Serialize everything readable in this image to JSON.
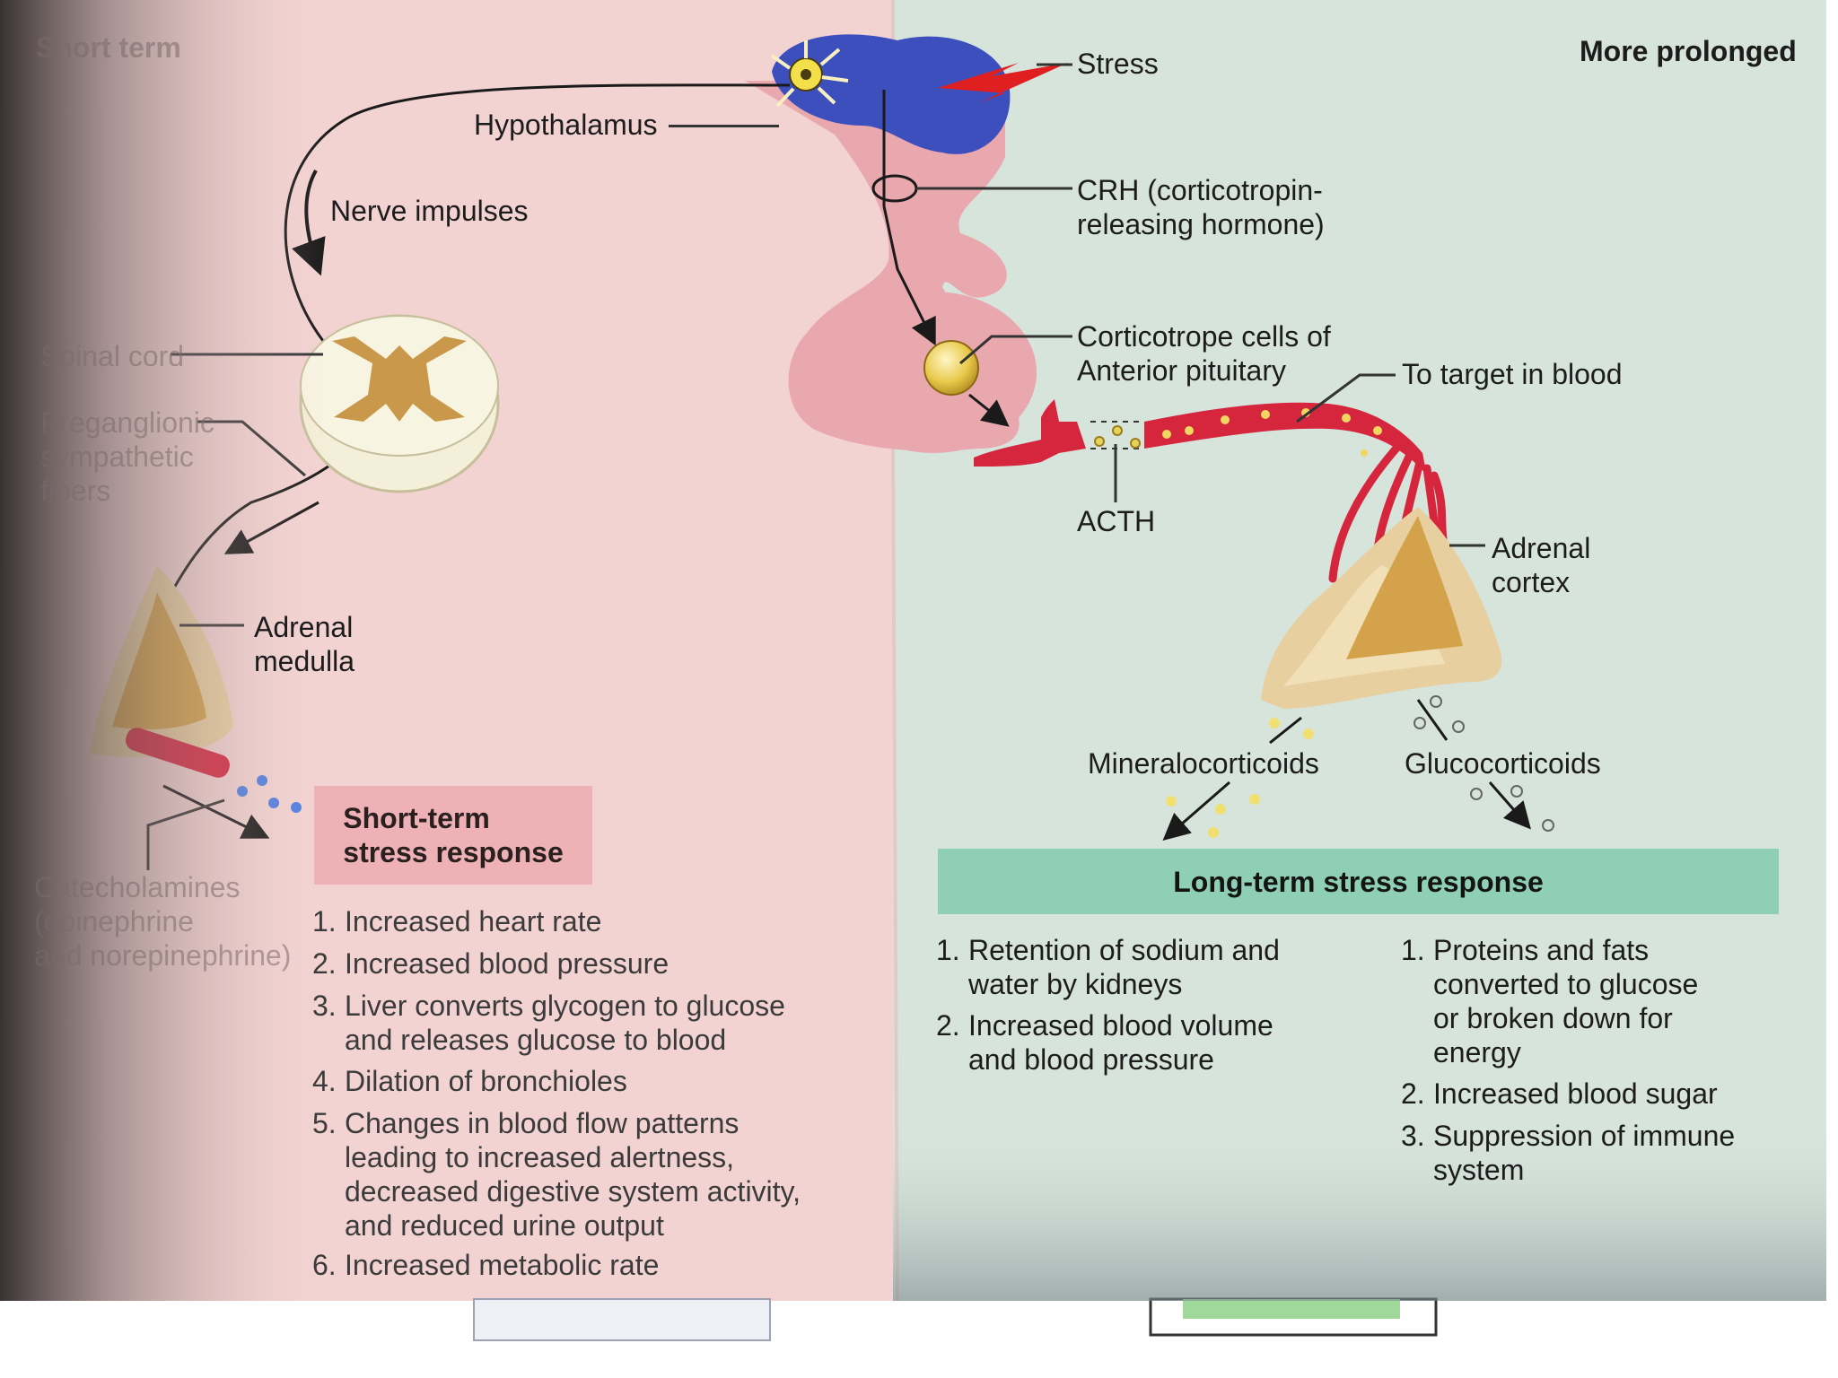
{
  "header": {
    "left_corner": "Short term",
    "right_corner": "More prolonged"
  },
  "labels": {
    "stress": "Stress",
    "hypothalamus": "Hypothalamus",
    "nerve_impulses": "Nerve impulses",
    "crh": "CRH (corticotropin-\nreleasing hormone)",
    "corticotrope": "Corticotrope cells of\nAnterior pituitary",
    "to_target": "To target in blood",
    "acth": "ACTH",
    "spinal_cord": "Spinal cord",
    "preganglionic": "Preganglionic\nsympathetic\nfibers",
    "adrenal_medulla": "Adrenal\nmedulla",
    "adrenal_cortex": "Adrenal\ncortex",
    "mineralocorticoids": "Mineralocorticoids",
    "glucocorticoids": "Glucocorticoids",
    "catecholamines": "Catecholamines\n(epinephrine\nand norepinephrine)"
  },
  "short_term": {
    "title": "Short-term\nstress response",
    "items": [
      {
        "num": "1.",
        "text": "Increased heart rate"
      },
      {
        "num": "2.",
        "text": "Increased blood pressure"
      },
      {
        "num": "3.",
        "text": "Liver converts glycogen to glucose\nand releases glucose to blood"
      },
      {
        "num": "4.",
        "text": "Dilation of bronchioles"
      },
      {
        "num": "5.",
        "text": "Changes in blood flow patterns\nleading to increased alertness,\ndecreased digestive system activity,\nand reduced urine output"
      },
      {
        "num": "6.",
        "text": "Increased metabolic rate"
      }
    ]
  },
  "long_term": {
    "title": "Long-term stress response",
    "mineralo_items": [
      {
        "num": "1.",
        "text": "Retention of sodium and\nwater by kidneys"
      },
      {
        "num": "2.",
        "text": "Increased blood volume\nand blood pressure"
      }
    ],
    "gluco_items": [
      {
        "num": "1.",
        "text": "Proteins and fats\nconverted to glucose\nor broken down for\nenergy"
      },
      {
        "num": "2.",
        "text": "Increased blood sugar"
      },
      {
        "num": "3.",
        "text": "Suppression of immune\nsystem"
      }
    ]
  },
  "colors": {
    "short_bg": "#f2d3d1",
    "long_bg": "#d6e4dc",
    "short_box": "#eeb1b5",
    "long_box": "#8fcfb6",
    "brain_blue": "#3c4fbd",
    "tissue_pink": "#e9a7ae",
    "vessel_red": "#d6263e",
    "gland_tan": "#e8cfa0",
    "gland_core": "#d4a24a",
    "stress_bolt": "#e02020"
  }
}
